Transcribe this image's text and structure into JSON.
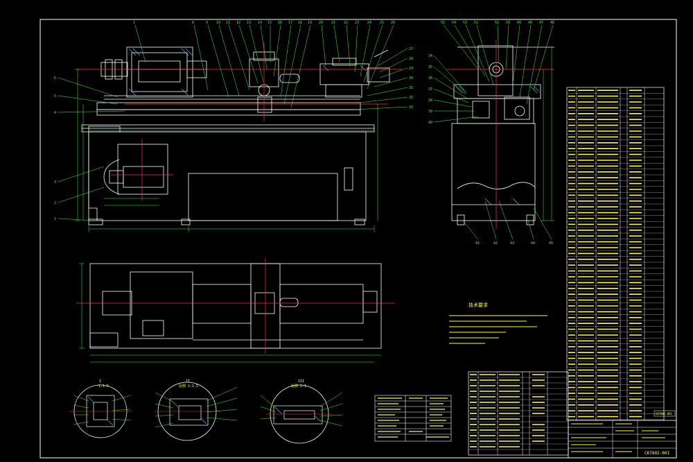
{
  "drawing": {
    "number_top": "CK7802-001",
    "number_bottom": "CK7802-001",
    "notes_title": "技术要求",
    "detail_labels": [
      "I",
      "II",
      "III"
    ],
    "scale_1": "1:1.5",
    "scale_2": "比例 1:1.5",
    "scale_3": "比例 1:1"
  },
  "colors": {
    "background": "#000000",
    "outline": "#ffffff",
    "centerline": "#ff3333",
    "leaders": "#33ff33",
    "dimensions": "#33ff33",
    "text": "#ffff33",
    "hatch": "#33ccff"
  }
}
